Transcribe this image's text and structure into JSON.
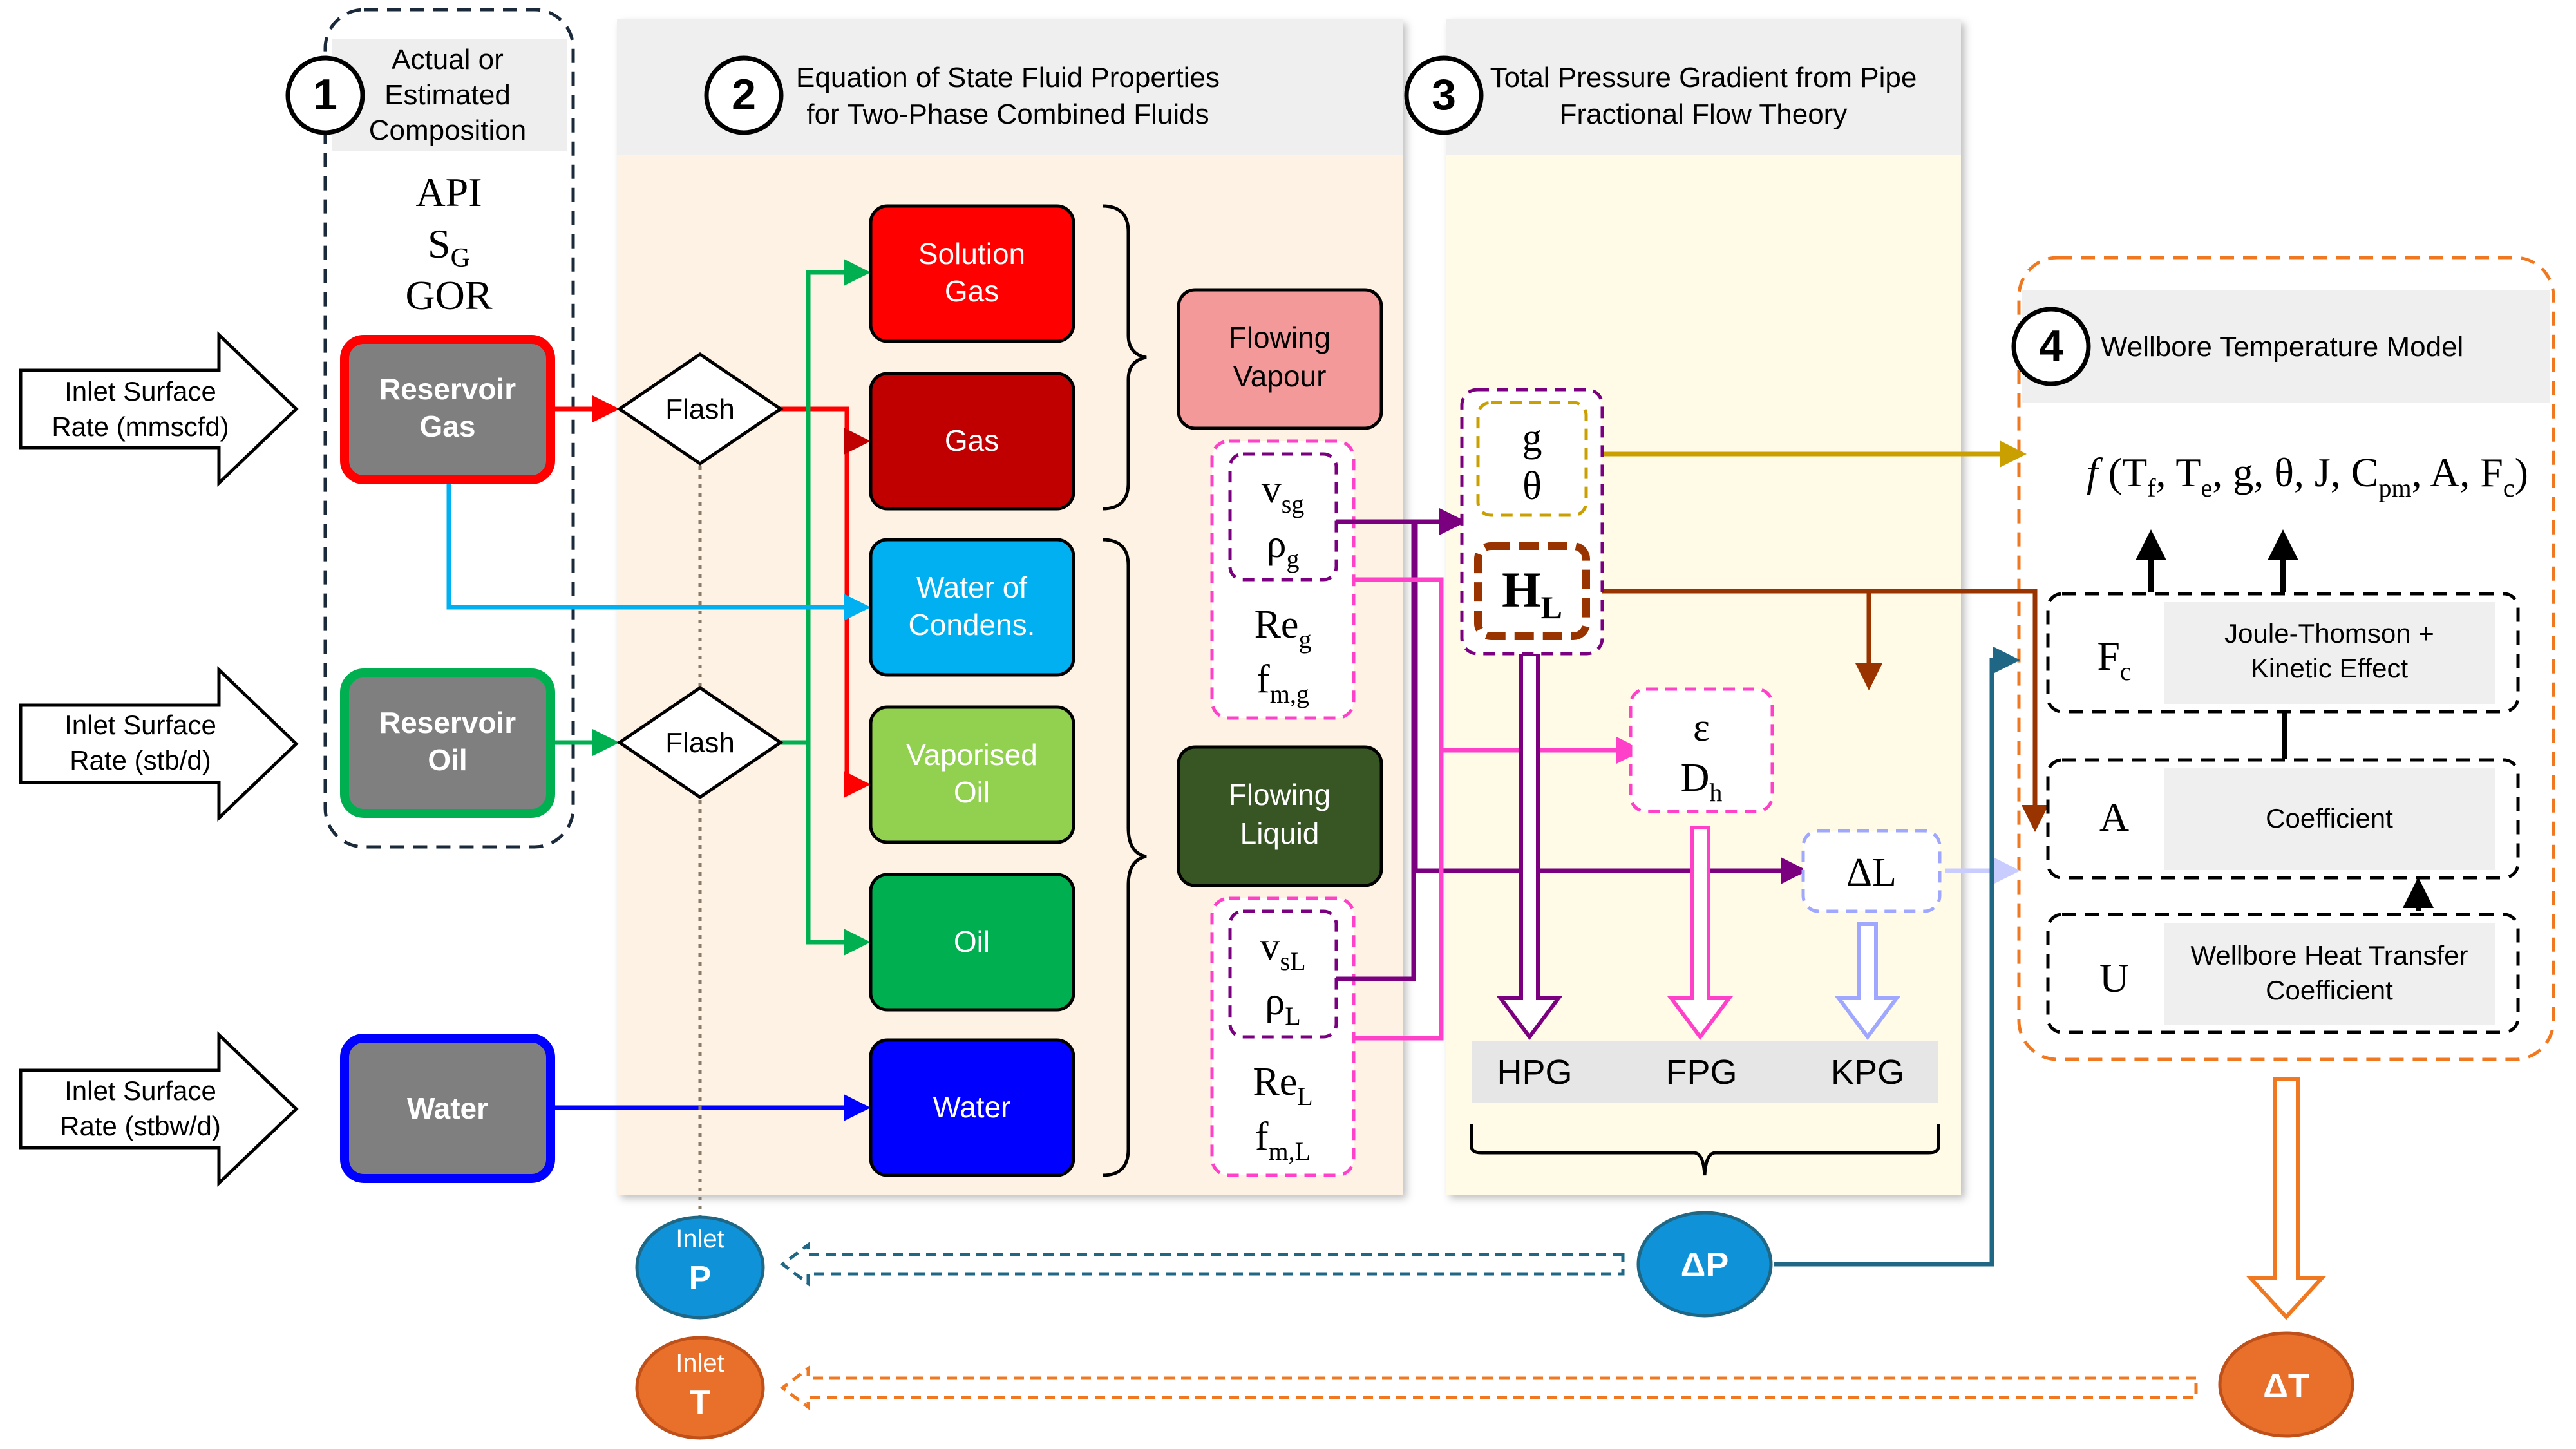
{
  "inputs": {
    "gas_rate": [
      "Inlet Surface",
      "Rate (mmscfd)"
    ],
    "oil_rate": [
      "Inlet Surface",
      "Rate (stb/d)"
    ],
    "water_rate": [
      "Inlet Surface",
      "Rate (stbw/d)"
    ]
  },
  "section1": {
    "number": "1",
    "header": [
      "Actual or",
      "Estimated",
      "Composition"
    ],
    "params": {
      "api": "API",
      "sg_main": "S",
      "sg_sub": "G",
      "gor": "GOR"
    },
    "reservoir_gas": [
      "Reservoir",
      "Gas"
    ],
    "reservoir_oil": [
      "Reservoir",
      "Oil"
    ],
    "water": "Water"
  },
  "section2": {
    "number": "2",
    "header": [
      "Equation of State Fluid Properties",
      "for Two-Phase Combined Fluids"
    ],
    "flash": "Flash",
    "solution_gas": [
      "Solution",
      "Gas"
    ],
    "gas": "Gas",
    "water_condens": [
      "Water of",
      "Condens."
    ],
    "vaporised_oil": [
      "Vaporised",
      "Oil"
    ],
    "oil": "Oil",
    "water": "Water",
    "flowing_vapour": [
      "Flowing",
      "Vapour"
    ],
    "flowing_liquid": [
      "Flowing",
      "Liquid"
    ],
    "vsg": {
      "main": "v",
      "sub": "sg"
    },
    "rho_g": {
      "main": "ρ",
      "sub": "g"
    },
    "re_g": {
      "main": "Re",
      "sub": "g"
    },
    "f_mg": {
      "main": "f",
      "sub": "m,g"
    },
    "vsl": {
      "main": "v",
      "sub": "sL"
    },
    "rho_l": {
      "main": "ρ",
      "sub": "L"
    },
    "re_l": {
      "main": "Re",
      "sub": "L"
    },
    "f_ml": {
      "main": "f",
      "sub": "m,L"
    }
  },
  "section3": {
    "number": "3",
    "header": [
      "Total Pressure Gradient from Pipe",
      "Fractional Flow Theory"
    ],
    "g": "g",
    "theta": "θ",
    "hl": {
      "main": "H",
      "sub": "L"
    },
    "eps": "ε",
    "dh": {
      "main": "D",
      "sub": "h"
    },
    "dl": "ΔL",
    "hpg": "HPG",
    "fpg": "FPG",
    "kpg": "KPG"
  },
  "section4": {
    "number": "4",
    "header": "Wellbore Temperature Model",
    "formula": {
      "f": "f",
      "open": " (T",
      "tf_sub": "f",
      "sep1": ", T",
      "te_sub": "e",
      "mid": ", g, θ, J, C",
      "cpm_sub": "pm",
      "end1": ", A, F",
      "fc_sub": "c",
      "close": ")"
    },
    "fc": {
      "main": "F",
      "sub": "c",
      "desc": [
        "Joule-Thomson +",
        "Kinetic Effect"
      ]
    },
    "a": {
      "main": "A",
      "desc": "Coefficient"
    },
    "u": {
      "main": "U",
      "desc": [
        "Wellbore Heat Transfer",
        "Coefficient"
      ]
    }
  },
  "bottom": {
    "inlet_p": {
      "top": "Inlet",
      "main": "P"
    },
    "inlet_t": {
      "top": "Inlet",
      "main": "T"
    },
    "dp": "ΔP",
    "dt": "ΔT"
  },
  "colors": {
    "red": "#ff0000",
    "dark_red": "#c00000",
    "light_blue": "#00b0f0",
    "green": "#00b050",
    "light_green": "#92d050",
    "dark_green": "#375623",
    "blue": "#0000ff",
    "salmon": "#f4999a",
    "purple": "#7b0080",
    "magenta": "#ff40c8",
    "brown": "#993300",
    "gold": "#c9a000",
    "orange": "#f07820",
    "lavender": "#9fa7ff",
    "teal": "#1f6784",
    "p_blue": "#1092d8",
    "t_orange": "#e8702a"
  }
}
